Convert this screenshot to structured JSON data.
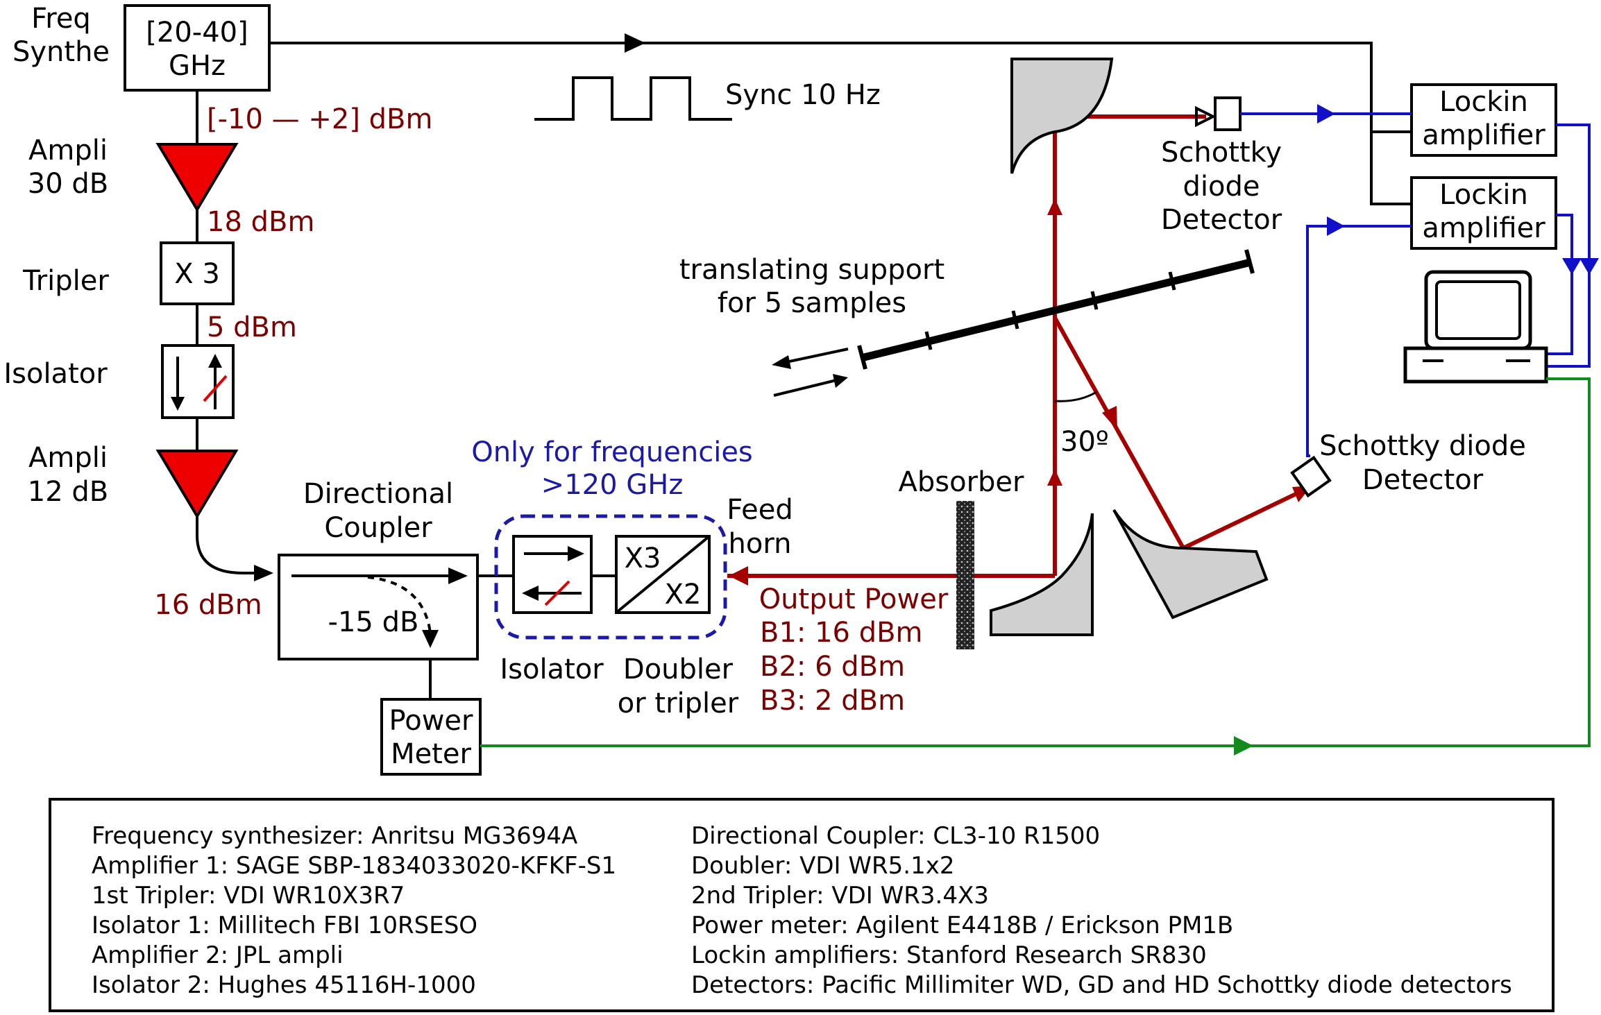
{
  "labels": {
    "freq_synth_1": "Freq",
    "freq_synth_2": "Synthe",
    "synth_range_1": "[20-40]",
    "synth_range_2": "GHz",
    "synth_power": "[-10 — +2] dBm",
    "sync": "Sync 10 Hz",
    "ampli1_1": "Ampli",
    "ampli1_2": "30 dB",
    "p18": "18 dBm",
    "tripler": "Tripler",
    "x3": "X 3",
    "p5": "5 dBm",
    "isolator": "Isolator",
    "ampli2_1": "Ampli",
    "ampli2_2": "12 dB",
    "p16": "16 dBm",
    "dircoupler_1": "Directional",
    "dircoupler_2": "Coupler",
    "minus15": "-15 dB",
    "powermeter_1": "Power",
    "powermeter_2": "Meter",
    "only_for_1": "Only for frequencies",
    "only_for_2": ">120 GHz",
    "mult_x3": "X3",
    "mult_x2": "X2",
    "isolator_label": "Isolator",
    "doubler_1": "Doubler",
    "doubler_2": "or tripler",
    "feed_1": "Feed",
    "feed_2": "horn",
    "output_power": "Output Power",
    "b1": "B1: 16 dBm",
    "b2": "B2: 6 dBm",
    "b3": "B3: 2 dBm",
    "absorber": "Absorber",
    "angle": "30º",
    "support_1": "translating support",
    "support_2": "for 5 samples",
    "schottky1_1": "Schottky",
    "schottky1_2": "diode",
    "schottky1_3": "Detector",
    "schottky2_1": "Schottky diode",
    "schottky2_2": "Detector",
    "lockin1_1": "Lockin",
    "lockin1_2": "amplifier",
    "lockin2_1": "Lockin",
    "lockin2_2": "amplifier"
  },
  "legend": {
    "left": [
      "Frequency synthesizer: Anritsu MG3694A",
      "Amplifier 1: SAGE SBP-1834033020-KFKF-S1",
      "1st Tripler: VDI WR10X3R7",
      "Isolator 1: Millitech FBI 10RSESO",
      "Amplifier 2: JPL ampli",
      "Isolator 2: Hughes 45116H-1000"
    ],
    "right": [
      "Directional Coupler: CL3-10 R1500",
      "Doubler: VDI WR5.1x2",
      "2nd Tripler: VDI WR3.4X3",
      "Power meter: Agilent E4418B / Erickson PM1B",
      "Lockin amplifiers: Stanford Research SR830",
      "Detectors: Pacific Millimiter WD, GD and HD Schottky diode detectors"
    ]
  },
  "colors": {
    "beam": "#a50000",
    "power_text": "#7a0000",
    "signal_blue": "#1010c8",
    "signal_green": "#138a1c",
    "amplifier_fill": "#ee0000",
    "mirror_fill": "#d0d0d0"
  }
}
